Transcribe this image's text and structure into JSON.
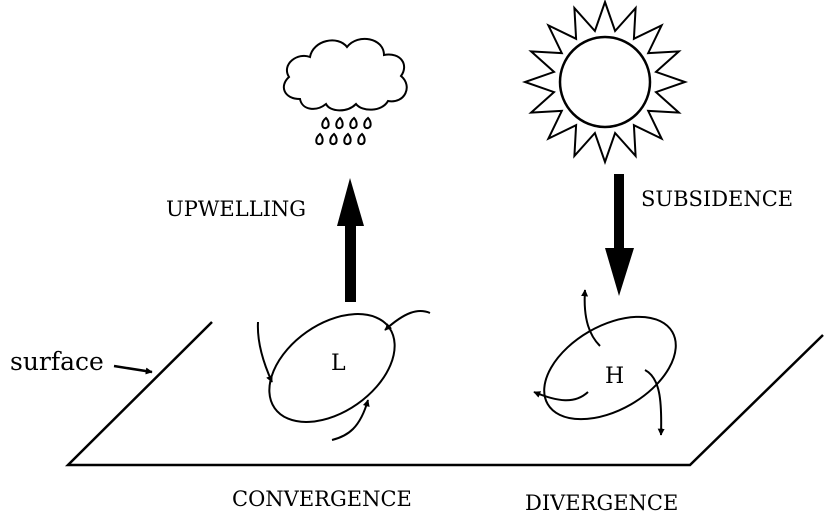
{
  "labels": {
    "upwelling": "UPWELLING",
    "subsidence": "SUBSIDENCE",
    "surface": "surface",
    "low_center": "L",
    "high_center": "H",
    "convergence": "CONVERGENCE",
    "divergence": "DIVERGENCE"
  },
  "icons": [
    "rain-cloud-icon",
    "sun-icon"
  ],
  "colors": {
    "ink": "#000000",
    "background": "#ffffff"
  }
}
